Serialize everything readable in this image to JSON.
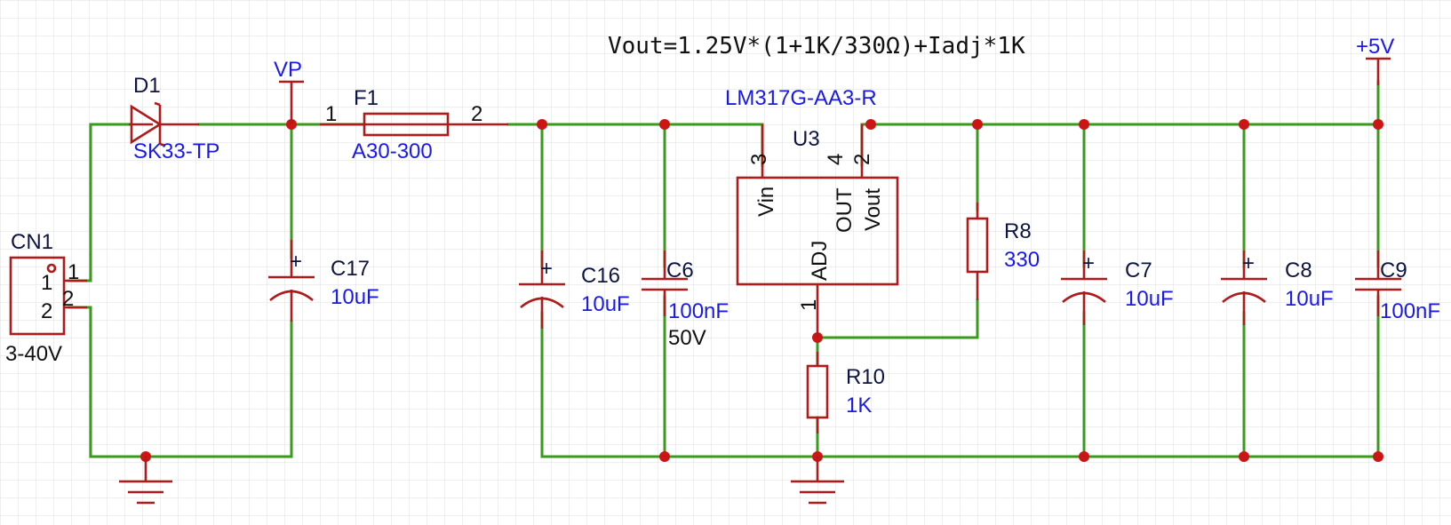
{
  "formula": "Vout=1.25V*(1+1K/330Ω)+Iadj*1K",
  "nets": {
    "vp": "VP",
    "out": "+5V"
  },
  "cn1": {
    "ref": "CN1",
    "pin1": "1",
    "pin2": "2",
    "value": "3-40V"
  },
  "d1": {
    "ref": "D1",
    "value": "SK33-TP"
  },
  "f1": {
    "ref": "F1",
    "value": "A30-300",
    "pin1": "1",
    "pin2": "2"
  },
  "u3": {
    "ref": "U3",
    "value": "LM317G-AA3-R",
    "pins": {
      "vin": "Vin",
      "out": "OUT",
      "vout": "Vout",
      "adj": "ADJ",
      "p1": "1",
      "p2": "2",
      "p3": "3",
      "p4": "4"
    }
  },
  "c17": {
    "ref": "C17",
    "value": "10uF",
    "plus": "+"
  },
  "c16": {
    "ref": "C16",
    "value": "10uF",
    "plus": "+"
  },
  "c6": {
    "ref": "C6",
    "value": "100nF",
    "voltage": "50V"
  },
  "r8": {
    "ref": "R8",
    "value": "330"
  },
  "r10": {
    "ref": "R10",
    "value": "1K"
  },
  "c7": {
    "ref": "C7",
    "value": "10uF",
    "plus": "+"
  },
  "c8": {
    "ref": "C8",
    "value": "10uF",
    "plus": "+"
  },
  "c9": {
    "ref": "C9",
    "value": "100nF"
  },
  "colors": {
    "wire": "#3a9a1e",
    "part": "#b01a1a",
    "junction": "#cc1515",
    "text_blue": "#1a1ae6",
    "grid": "#dcdcdc"
  }
}
